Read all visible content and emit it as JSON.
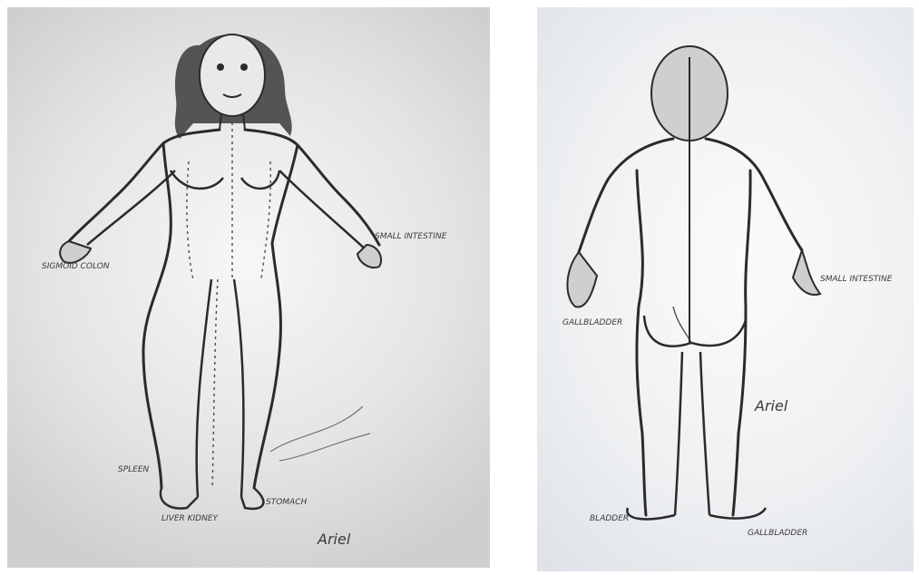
{
  "images": {
    "front": {
      "labels": {
        "hands_left": "SIGMOID COLON",
        "hand_right": "SMALL INTESTINE",
        "foot_left": "SPLEEN",
        "foot_right": "STOMACH",
        "feet_bottom": "LIVER KIDNEY",
        "signature": "Ariel"
      }
    },
    "back": {
      "labels": {
        "hand_left": "GALLBLADDER",
        "hand_right": "SMALL INTESTINE",
        "foot_left": "BLADDER",
        "foot_right": "GALLBLADDER",
        "signature": "Ariel"
      }
    },
    "palette": {
      "line": "#2b2b2b",
      "shade": "#7a7a7a"
    }
  }
}
